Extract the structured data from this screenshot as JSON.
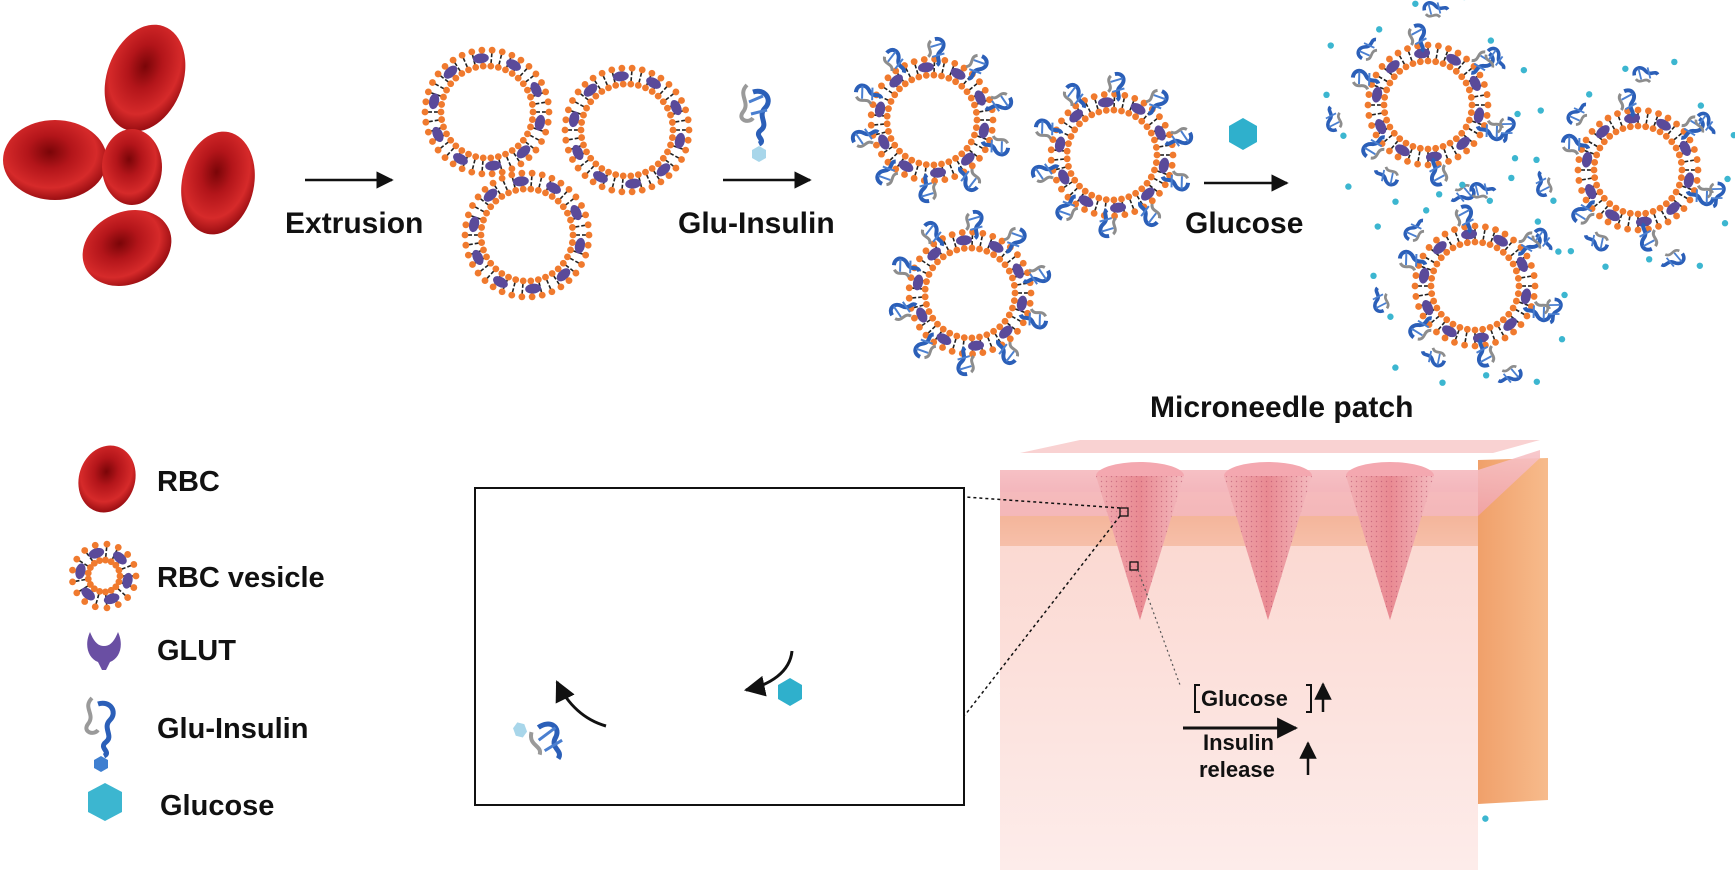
{
  "labels": {
    "extrusion": "Extrusion",
    "glu_insulin": "Glu-Insulin",
    "glucose": "Glucose",
    "microneedle_patch": "Microneedle patch",
    "glucose_bracket": "Glucose",
    "insulin_line1": "Insulin",
    "insulin_line2": "release"
  },
  "legend": [
    {
      "icon": "rbc-icon",
      "label": "RBC"
    },
    {
      "icon": "rbc-vesicle-icon",
      "label": "RBC vesicle"
    },
    {
      "icon": "glut-icon",
      "label": "GLUT"
    },
    {
      "icon": "glu-insulin-icon",
      "label": "Glu-Insulin"
    },
    {
      "icon": "glucose-icon",
      "label": "Glucose"
    }
  ],
  "colors": {
    "rbc": "#c0161c",
    "rbc_dark": "#8a0b0f",
    "lipid_head": "#f07a2e",
    "glut": "#5a4a9a",
    "insulin": "#2b5fb8",
    "glucose": "#3cb6d0",
    "skin": "#f6cfc4",
    "patch": "#f2a7ad"
  }
}
